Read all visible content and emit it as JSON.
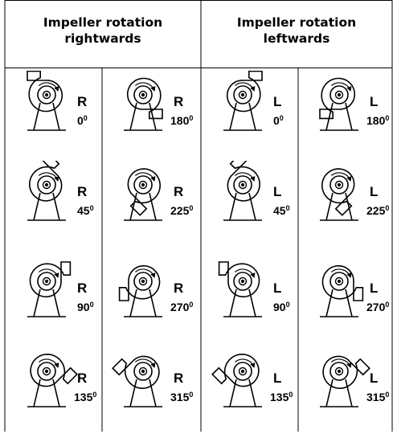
{
  "headers": {
    "right": [
      "Impeller rotation",
      "rightwards"
    ],
    "left": [
      "Impeller rotation",
      "leftwards"
    ]
  },
  "degree_symbol": "0",
  "columns": [
    {
      "letter": "R",
      "rotation": "clockwise",
      "angles": [
        "0",
        "45",
        "90",
        "135"
      ]
    },
    {
      "letter": "R",
      "rotation": "clockwise",
      "angles": [
        "180",
        "225",
        "270",
        "315"
      ]
    },
    {
      "letter": "L",
      "rotation": "counterclockwise",
      "angles": [
        "0",
        "45",
        "90",
        "135"
      ]
    },
    {
      "letter": "L",
      "rotation": "counterclockwise",
      "angles": [
        "180",
        "225",
        "270",
        "315"
      ]
    }
  ]
}
